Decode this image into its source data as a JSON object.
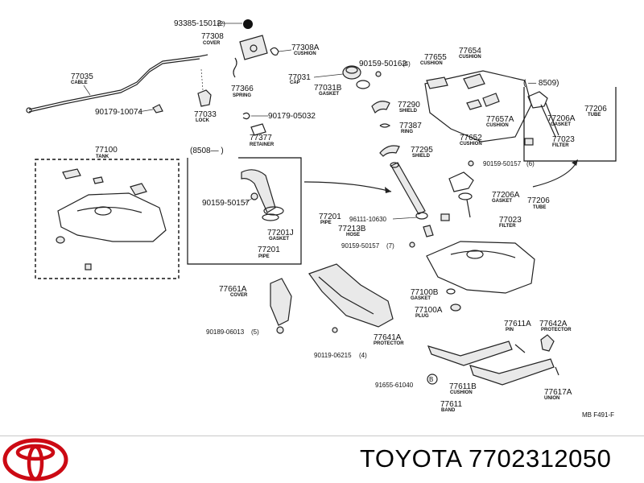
{
  "parts": {
    "p93385": {
      "num": "93385-15012",
      "qty": "(2)"
    },
    "p77308": {
      "num": "77308",
      "name": "COVER"
    },
    "p77308A": {
      "num": "77308A",
      "name": "CUSHION"
    },
    "p77035": {
      "num": "77035",
      "name": "CABLE"
    },
    "p77366": {
      "num": "77366",
      "name": "SPRING"
    },
    "p90179_10074": {
      "num": "90179-10074"
    },
    "p77033": {
      "num": "77033",
      "name": "LOCK"
    },
    "p90179_05032": {
      "num": "90179-05032"
    },
    "p77377": {
      "num": "77377",
      "name": "RETAINER"
    },
    "p77031": {
      "num": "77031",
      "name": "CAP"
    },
    "p77031B": {
      "num": "77031B",
      "name": "GASKET"
    },
    "p90159_50162": {
      "num": "90159-50162",
      "qty": "(4)"
    },
    "p77290": {
      "num": "77290",
      "name": "SHIELD"
    },
    "p77387": {
      "num": "77387",
      "name": "RING"
    },
    "p77295": {
      "num": "77295",
      "name": "SHIELD"
    },
    "p77655": {
      "num": "77655",
      "name": "CUSHION"
    },
    "p77654": {
      "num": "77654",
      "name": "CUSHION"
    },
    "p77657A": {
      "num": "77657A",
      "name": "CUSHION"
    },
    "p77652": {
      "num": "77652",
      "name": "CUSHION"
    },
    "p77206_tube_top": {
      "num": "77206",
      "name": "TUBE"
    },
    "p77206A_top": {
      "num": "77206A",
      "name": "GASKET"
    },
    "p77023_top": {
      "num": "77023",
      "name": "FILTER"
    },
    "p77100": {
      "num": "77100",
      "name": "TANK"
    },
    "p90159_50157_box": {
      "num": "90159-50157"
    },
    "p77201J": {
      "num": "77201J",
      "name": "GASKET"
    },
    "p77201_box": {
      "num": "77201",
      "name": "PIPE"
    },
    "p77201": {
      "num": "77201",
      "name": "PIPE"
    },
    "p96111": {
      "num": "96111-10630"
    },
    "p77213B": {
      "num": "77213B",
      "name": "HOSE"
    },
    "p90159_50157_7": {
      "num": "90159-50157",
      "qty": "(7)"
    },
    "p90159_50157_6": {
      "num": "90159-50157",
      "qty": "(6)"
    },
    "p77206A": {
      "num": "77206A",
      "name": "GASKET"
    },
    "p77206": {
      "num": "77206",
      "name": "TUBE"
    },
    "p77023": {
      "num": "77023",
      "name": "FILTER"
    },
    "p77661A": {
      "num": "77661A",
      "name": "COVER"
    },
    "p90189": {
      "num": "90189-06013",
      "qty": "(5)"
    },
    "p77100B": {
      "num": "77100B",
      "name": "GASKET"
    },
    "p77100A": {
      "num": "77100A",
      "name": "PLUG"
    },
    "p77641A": {
      "num": "77641A",
      "name": "PROTECTOR"
    },
    "p90119": {
      "num": "90119-06215",
      "qty": "(4)"
    },
    "p77611A": {
      "num": "77611A",
      "name": "PIN"
    },
    "p77642A": {
      "num": "77642A",
      "name": "PROTECTOR"
    },
    "p91655": {
      "num": "91655-61040"
    },
    "p77611B": {
      "num": "77611B",
      "name": "CUSHION"
    },
    "p77611": {
      "num": "77611",
      "name": "BAND"
    },
    "p77617A": {
      "num": "77617A",
      "name": "UNION"
    }
  },
  "inset_top_right": {
    "range": "( — 8509)"
  },
  "inset_mid": {
    "range": "(8508—   )"
  },
  "band_marker": "B",
  "drawing_ref": "MB  F491-F",
  "footer": {
    "brand_part": "TOYOTA 7702312050"
  },
  "colors": {
    "logo": "#cc0a14",
    "line": "#222222"
  }
}
